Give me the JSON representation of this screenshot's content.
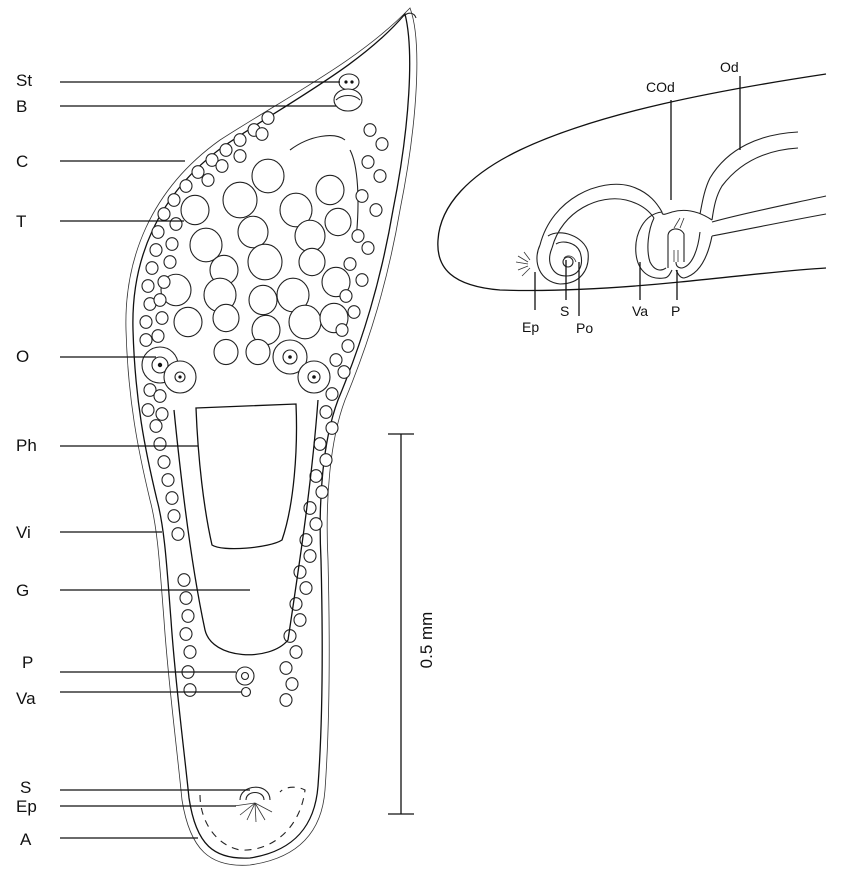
{
  "left_labels": [
    {
      "id": "st",
      "text": "St"
    },
    {
      "id": "b",
      "text": "B"
    },
    {
      "id": "c",
      "text": "C"
    },
    {
      "id": "t",
      "text": "T"
    },
    {
      "id": "o",
      "text": "O"
    },
    {
      "id": "ph",
      "text": "Ph"
    },
    {
      "id": "vi",
      "text": "Vi"
    },
    {
      "id": "g",
      "text": "G"
    },
    {
      "id": "p",
      "text": "P"
    },
    {
      "id": "va",
      "text": "Va"
    },
    {
      "id": "s",
      "text": "S"
    },
    {
      "id": "ep",
      "text": "Ep"
    },
    {
      "id": "a",
      "text": "A"
    }
  ],
  "scale_bar": {
    "text": "0.5 mm"
  },
  "inset_labels": [
    {
      "id": "cod",
      "text": "COd"
    },
    {
      "id": "od",
      "text": "Od"
    },
    {
      "id": "ep",
      "text": "Ep"
    },
    {
      "id": "s",
      "text": "S"
    },
    {
      "id": "po",
      "text": "Po"
    },
    {
      "id": "va",
      "text": "Va"
    },
    {
      "id": "p",
      "text": "P"
    }
  ]
}
